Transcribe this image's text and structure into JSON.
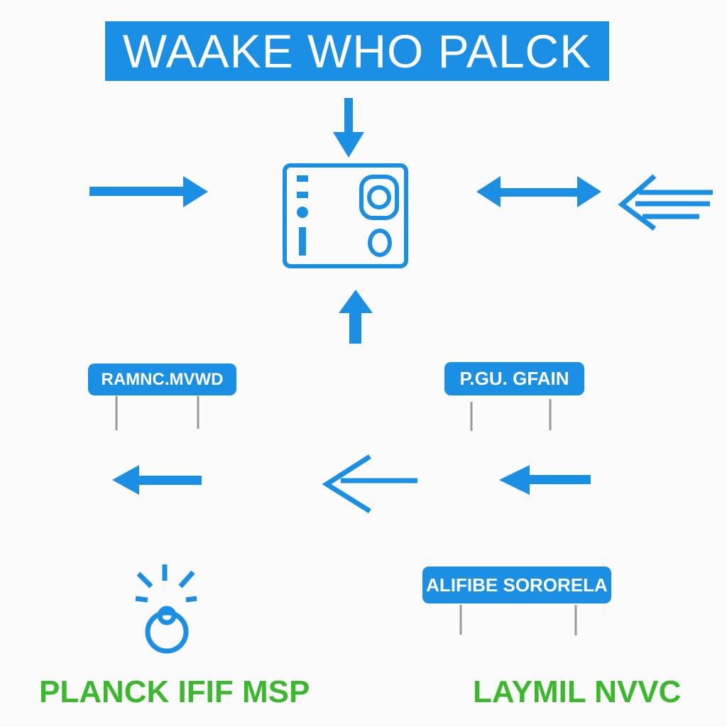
{
  "diagram": {
    "title": "WAAKE WHO PALCK",
    "labels": {
      "left_sign": "RAMNC.MVWD",
      "right_sign": "P.GU. GFAIN",
      "bottom_sign": "ALIFIBE SORORELA",
      "bottom_left_caption": "PLANCK IFIF MSP",
      "bottom_right_caption": "LAYMIL NVVC"
    },
    "colors": {
      "primary": "#1a8fe3",
      "accent_text": "#3cb82e",
      "support_post": "#9a9a9a",
      "background": "#fbfbfb"
    },
    "icons": [
      "device-icon",
      "alert-ring-icon"
    ]
  }
}
